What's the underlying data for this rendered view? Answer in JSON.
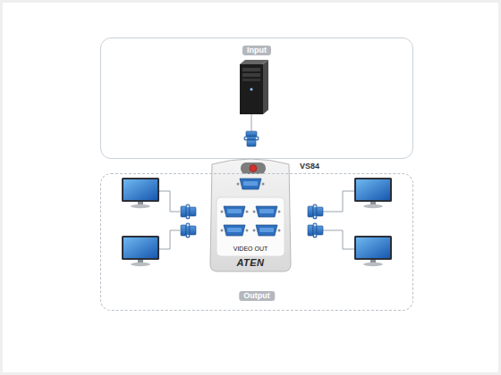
{
  "diagram": {
    "nodes": [
      {
        "text": [
          "Input"
        ]
      },
      {
        "text": [
          "VS84",
          "VIDEO OUT",
          "ATEN"
        ]
      },
      {
        "text": [
          "Output"
        ]
      }
    ]
  }
}
